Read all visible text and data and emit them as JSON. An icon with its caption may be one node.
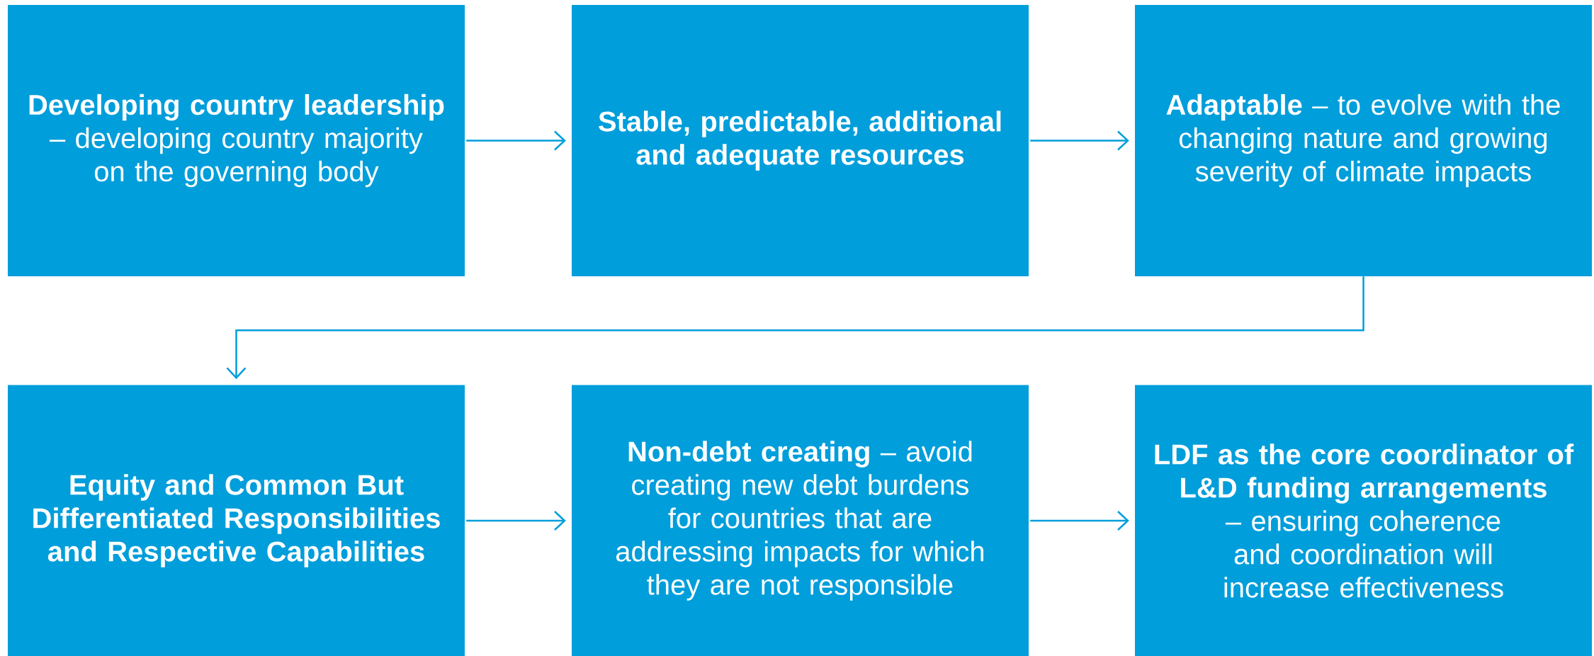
{
  "diagram": {
    "nodes": [
      {
        "text": [
          "**Developing country leadership** – developing country majority on the governing body"
        ]
      },
      {
        "text": [
          "Stable, predictable, additional and adequate resources"
        ]
      },
      {
        "text": [
          "**Adaptable** – to evolve with the changing nature and growing severity of climate impacts"
        ]
      },
      {
        "text": [
          "Equity and Common But Differentiated Responsibilities and Respective Capabilities"
        ]
      },
      {
        "text": [
          "**Non-debt creating** – avoid creating new debt burdens for countries that are addressing impacts for which they are not responsible"
        ]
      },
      {
        "text": [
          "**LDF as the core coordinator of L&D funding arrangements** – ensuring coherence and coordination will increase effectiveness"
        ]
      }
    ],
    "edges": [
      {
        "from": 0,
        "to": 1,
        "arrow": "to"
      },
      {
        "from": 1,
        "to": 2,
        "arrow": "to"
      },
      {
        "from": 2,
        "to": 3,
        "arrow": "to"
      },
      {
        "from": 3,
        "to": 4,
        "arrow": "to"
      },
      {
        "from": 4,
        "to": 5,
        "arrow": "to"
      }
    ]
  }
}
